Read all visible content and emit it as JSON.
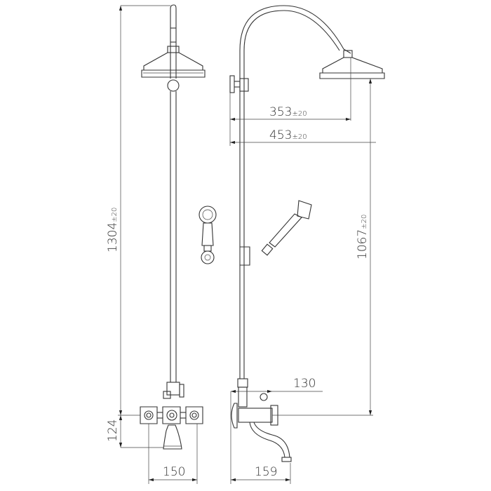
{
  "dimensions": {
    "total_height": {
      "value": "1304",
      "tolerance": "±20"
    },
    "inlet_to_spout": {
      "value": "124"
    },
    "inlet_spacing": {
      "value": "150"
    },
    "head_offset_inner": {
      "value": "353",
      "tolerance": "±20"
    },
    "head_offset_outer": {
      "value": "453",
      "tolerance": "±20"
    },
    "inlet_to_head": {
      "value": "1067",
      "tolerance": "±20"
    },
    "wall_to_valve": {
      "value": "130"
    },
    "spout_projection": {
      "value": "159"
    }
  },
  "views": [
    "front-view",
    "side-view"
  ]
}
